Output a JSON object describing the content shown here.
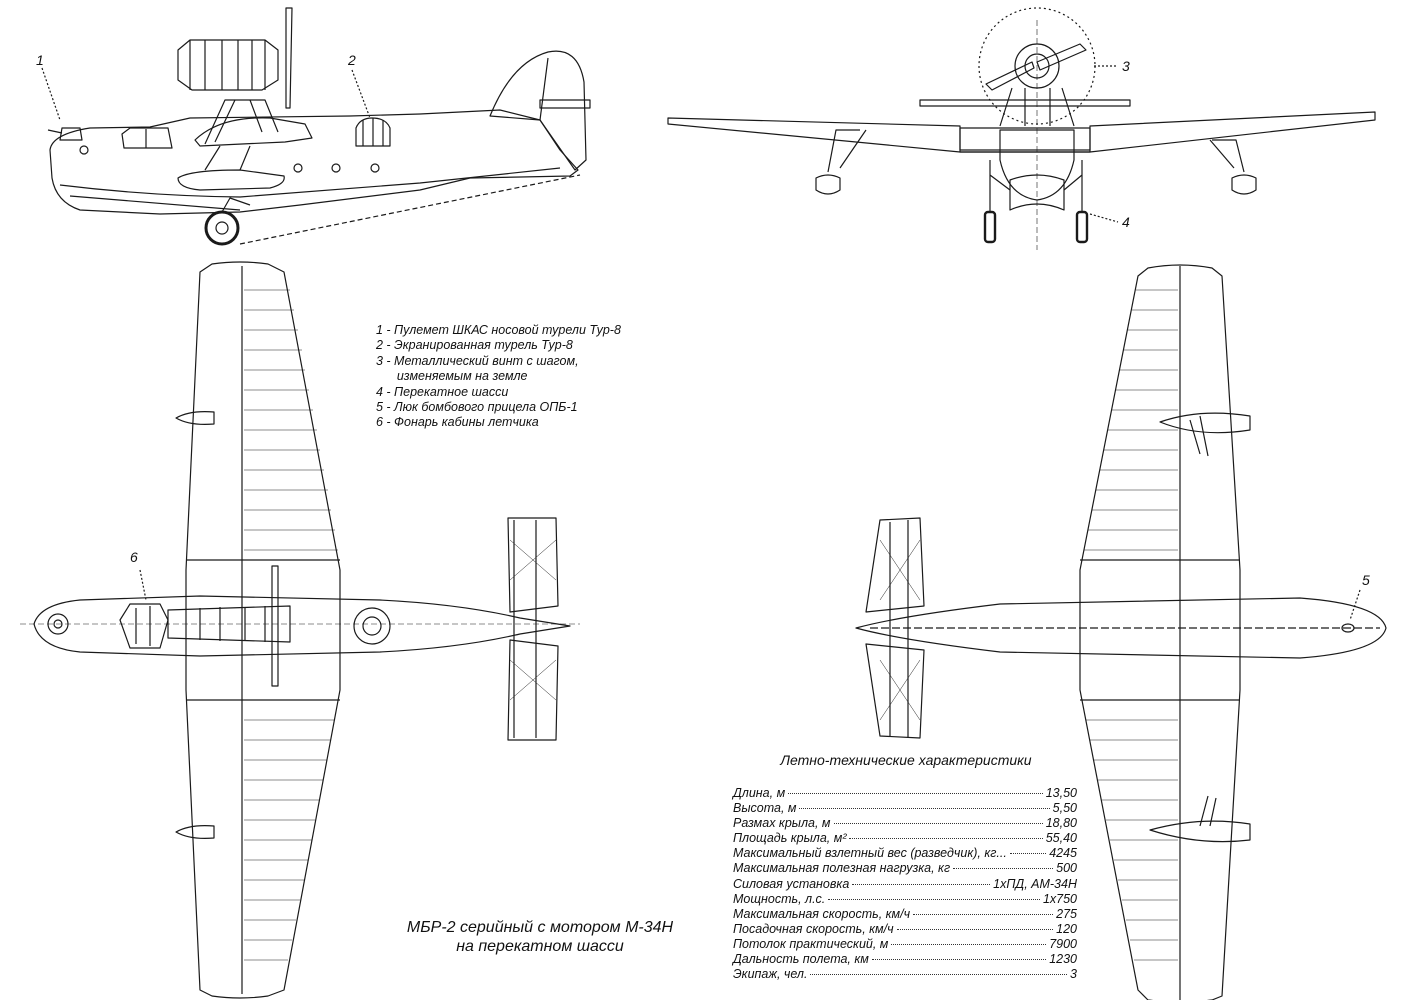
{
  "callouts": [
    "1",
    "2",
    "3",
    "4",
    "5",
    "6"
  ],
  "legend": [
    "1 - Пулемет ШКАС носовой турели Тур-8",
    "2 - Экранированная турель Тур-8",
    "3 - Металлический винт с шагом,",
    "      изменяемым на земле",
    "4 - Перекатное шасси",
    "5 - Люк бомбового прицела ОПБ-1",
    "6 - Фонарь кабины летчика"
  ],
  "caption": {
    "line1": "МБР-2 серийный с мотором М-34Н",
    "line2": "на перекатном шасси"
  },
  "specs": {
    "title": "Летно-технические характеристики",
    "rows": [
      {
        "label": "Длина, м",
        "value": "13,50"
      },
      {
        "label": "Высота, м",
        "value": "5,50"
      },
      {
        "label": "Размах крыла, м",
        "value": "18,80"
      },
      {
        "label": "Площадь крыла, м²",
        "value": "55,40"
      },
      {
        "label": "Максимальный взлетный вес (разведчик), кг...",
        "value": "4245"
      },
      {
        "label": "Максимальная полезная нагрузка, кг",
        "value": "500"
      },
      {
        "label": "Силовая установка",
        "value": "1хПД, АМ-34Н"
      },
      {
        "label": "Мощность, л.с.",
        "value": "1х750"
      },
      {
        "label": "Максимальная скорость, км/ч",
        "value": "275"
      },
      {
        "label": "Посадочная скорость, км/ч",
        "value": "120"
      },
      {
        "label": "Потолок практический, м",
        "value": "7900"
      },
      {
        "label": "Дальность полета, км",
        "value": "1230"
      },
      {
        "label": "Экипаж, чел.",
        "value": "3"
      }
    ]
  },
  "colors": {
    "line": "#1a1a1a",
    "background": "#ffffff"
  }
}
